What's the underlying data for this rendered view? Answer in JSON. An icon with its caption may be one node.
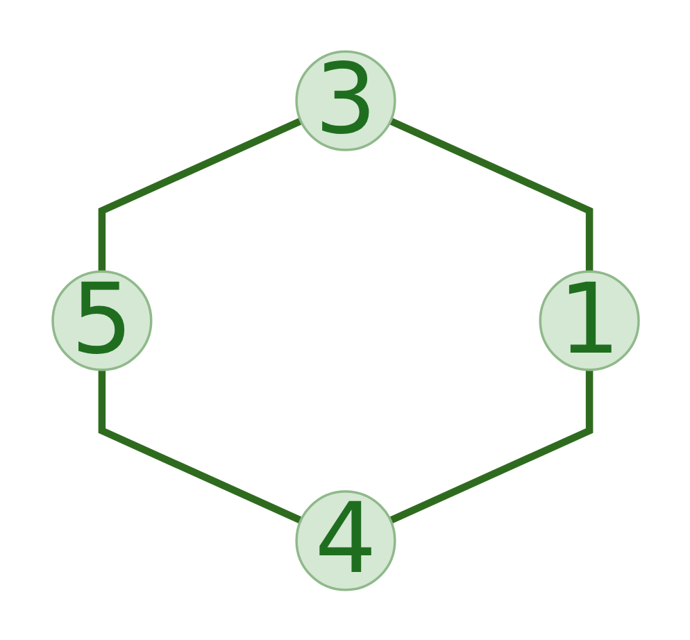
{
  "diagram": {
    "nodes": [
      {
        "text": [
          "3"
        ]
      },
      {
        "text": [
          "5"
        ]
      },
      {
        "text": [
          "1"
        ]
      },
      {
        "text": [
          "4"
        ]
      }
    ],
    "edges": [
      {
        "from": 0,
        "to": 1,
        "arrow": "none"
      },
      {
        "from": 0,
        "to": 2,
        "arrow": "none"
      },
      {
        "from": 1,
        "to": 3,
        "arrow": "none"
      },
      {
        "from": 2,
        "to": 3,
        "arrow": "none"
      }
    ]
  }
}
